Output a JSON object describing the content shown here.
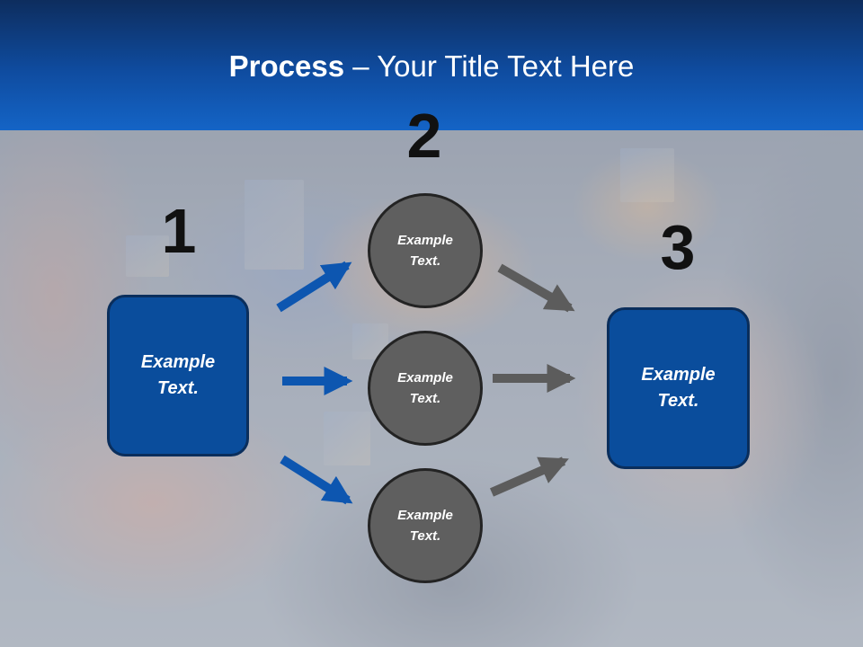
{
  "title": {
    "bold": "Process",
    "rest": " – Your Title Text Here"
  },
  "steps": {
    "one": "1",
    "two": "2",
    "three": "3"
  },
  "nodes": {
    "left_box": "Example\nText.",
    "circle_top": "Example\nText.",
    "circle_middle": "Example\nText.",
    "circle_bottom": "Example\nText.",
    "right_box": "Example\nText."
  },
  "colors": {
    "header": "#0f4ca0",
    "box_fill": "#0a4d9c",
    "circle_fill": "#5f5f5f",
    "blue_arrow": "#0d56b0",
    "gray_arrow": "#5c5c5c"
  }
}
